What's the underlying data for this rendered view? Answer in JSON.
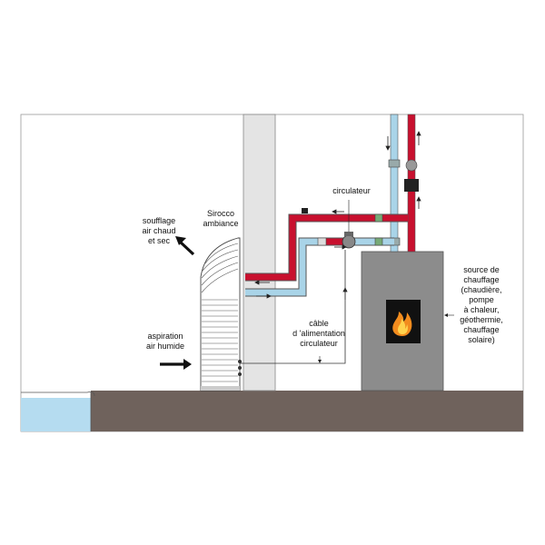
{
  "labels": {
    "circulateur": "circulateur",
    "sirocco_line1": "Sirocco",
    "sirocco_line2": "ambiance",
    "soufflage_line1": "soufflage",
    "soufflage_line2": "air chaud",
    "soufflage_line3": "et sec",
    "aspiration_line1": "aspiration",
    "aspiration_line2": "air humide",
    "cable_line1": "câble",
    "cable_line2": "d 'alimentation",
    "cable_line3": "circulateur",
    "source_line1": "source de",
    "source_line2": "chauffage",
    "source_line3": "(chaudière,",
    "source_line4": "pompe",
    "source_line5": "à chaleur,",
    "source_line6": "géothermie,",
    "source_line7": "chauffage",
    "source_line8": "solaire)"
  },
  "colors": {
    "hot_pipe": "#c8102e",
    "cold_pipe": "#a9d4e8",
    "pipe_outline": "#555555",
    "floor": "#6f625c",
    "wall_column": "#e4e4e4",
    "boiler": "#8c8c8c",
    "water": "#b5dcf0",
    "firebox": "#111111",
    "flame_outer": "#f28c1e",
    "flame_inner": "#ffd34d"
  },
  "icons": {
    "flame": "flame-icon",
    "arrow_blow": "arrow-up-left-icon",
    "arrow_intake": "arrow-right-icon"
  }
}
